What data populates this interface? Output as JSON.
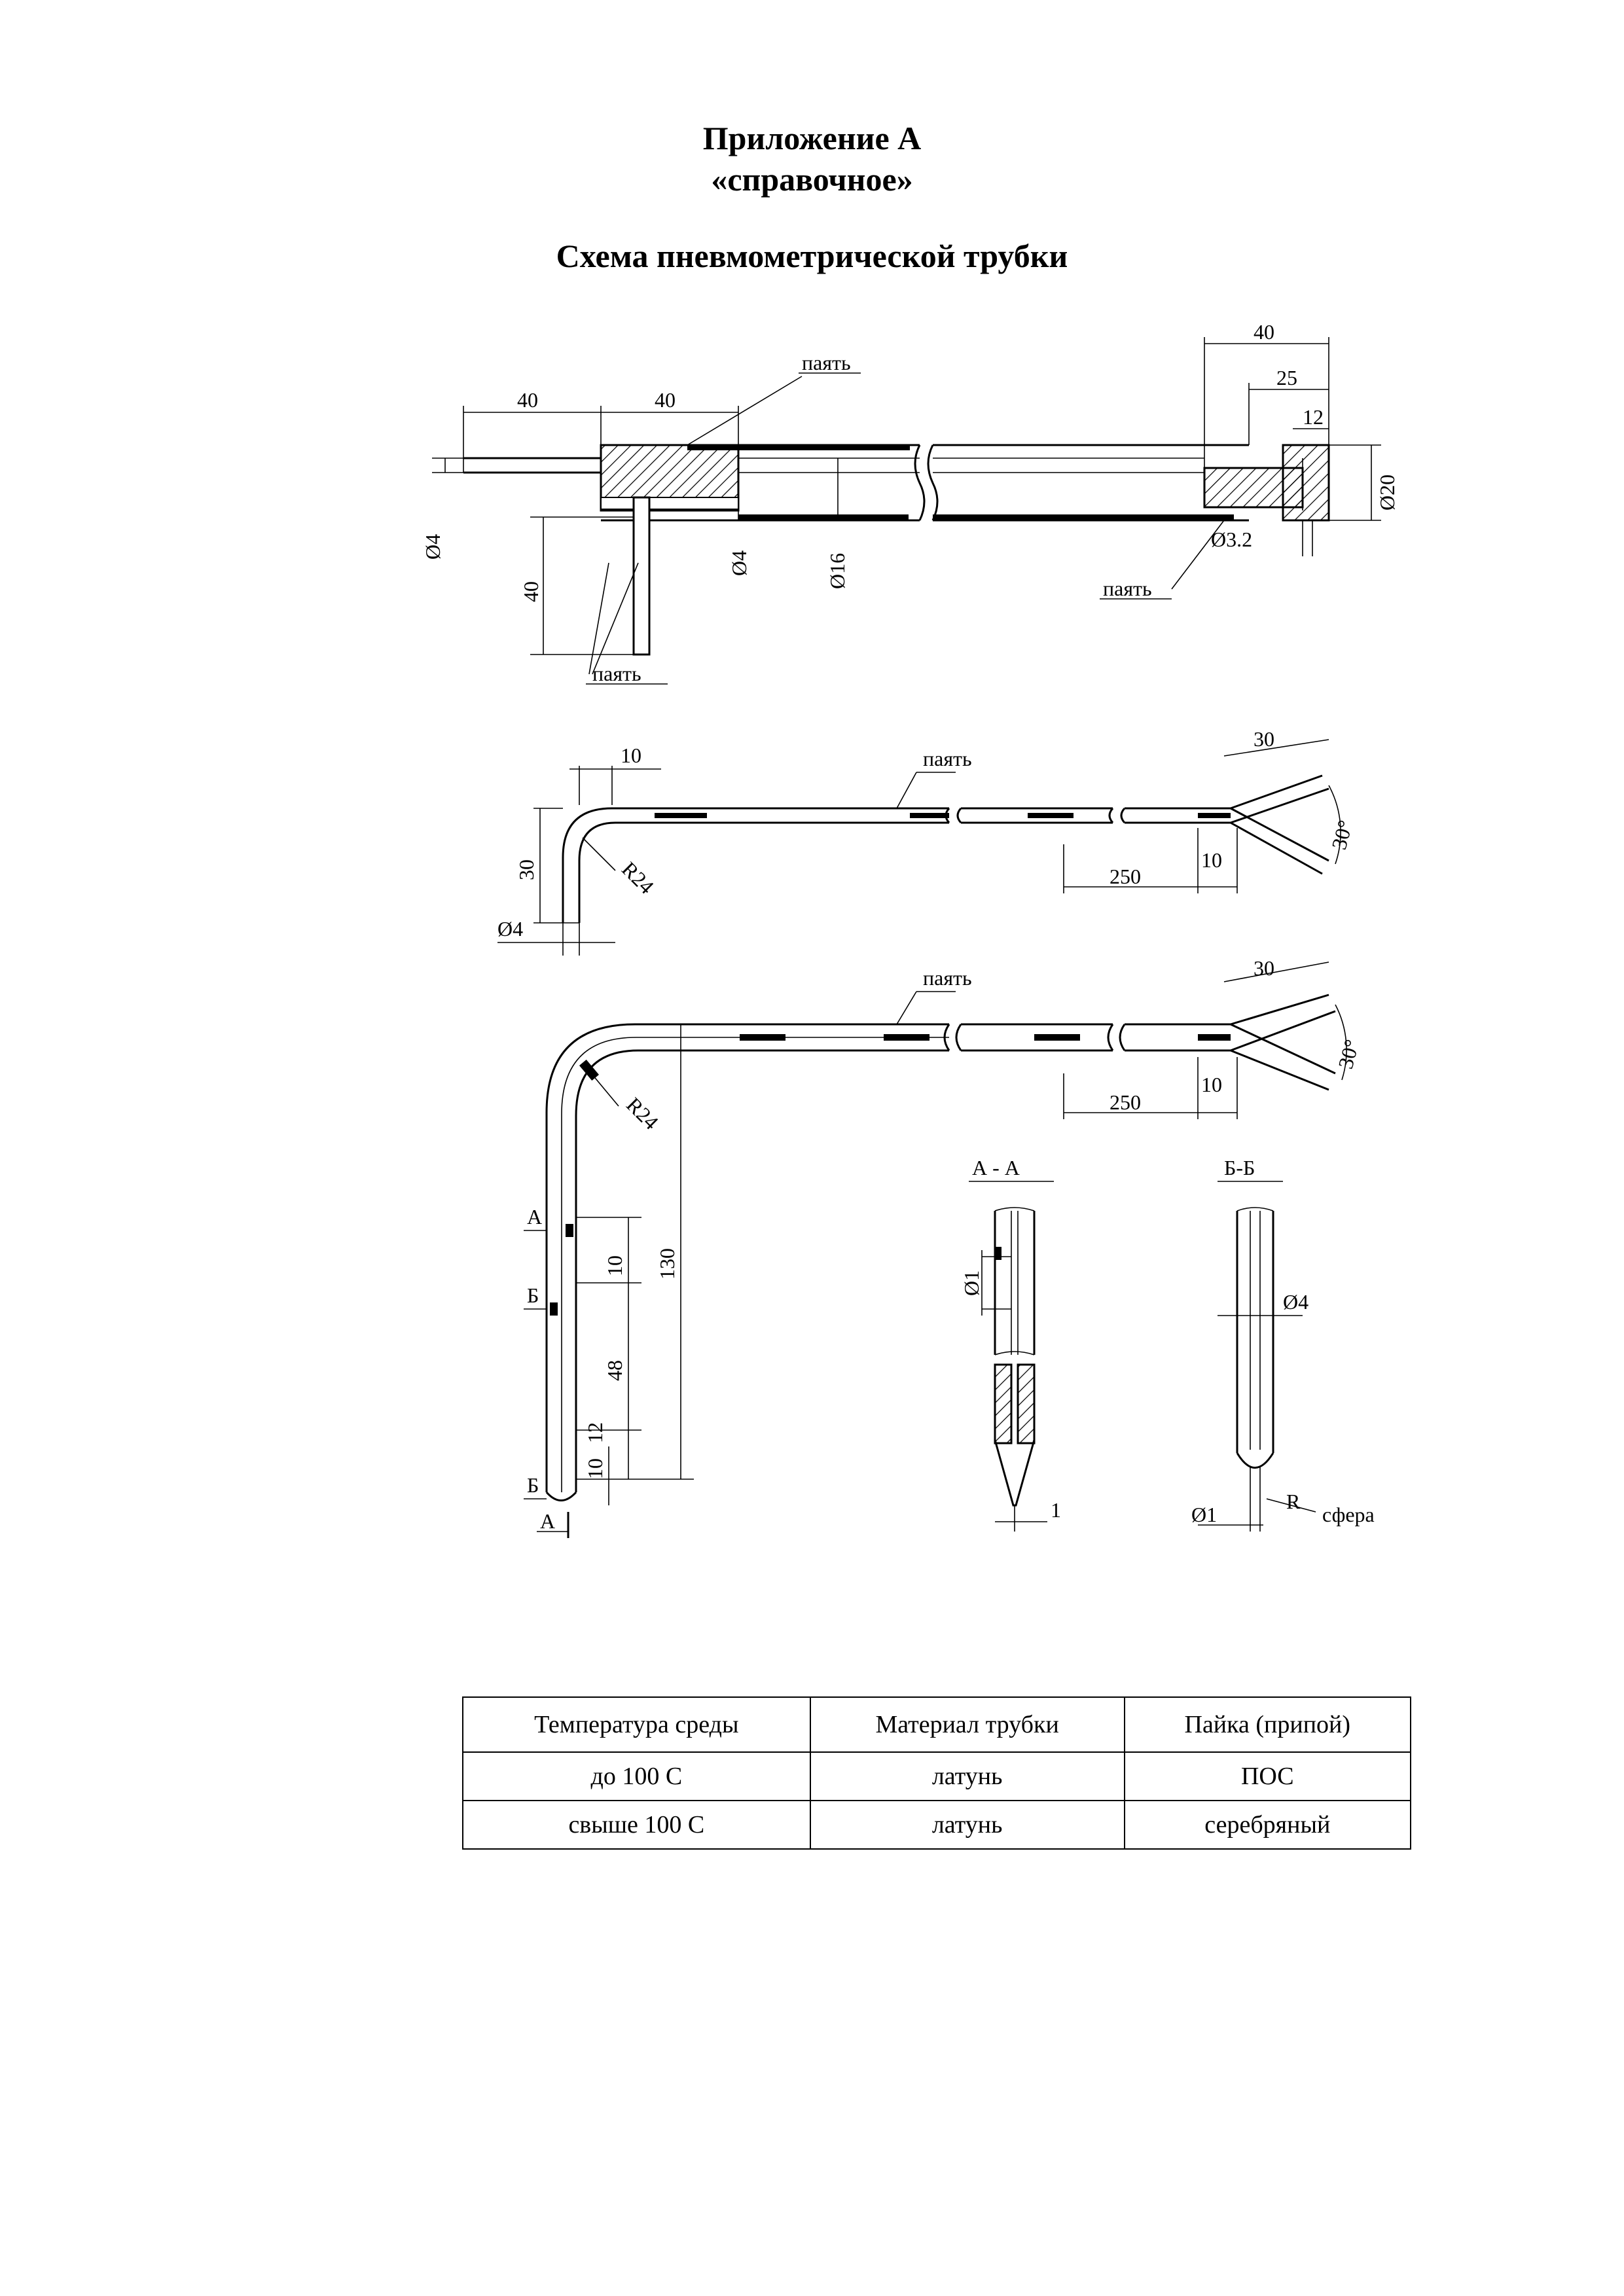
{
  "header": {
    "appendix": "Приложение А",
    "appendix_type": "«справочное»",
    "title": "Схема пневмометрической трубки"
  },
  "drawing": {
    "solder_label": "паять",
    "top_view": {
      "dims": [
        "40",
        "40",
        "40",
        "25",
        "12",
        "Ø4",
        "Ø4",
        "Ø16",
        "Ø20",
        "Ø3.2",
        "40"
      ]
    },
    "middle_view": {
      "dims": [
        "10",
        "30",
        "R24",
        "Ø4",
        "30",
        "30°",
        "250",
        "10"
      ]
    },
    "bottom_view": {
      "dims": [
        "R24",
        "130",
        "10",
        "48",
        "12",
        "10",
        "30",
        "30°",
        "250",
        "10"
      ],
      "markers": [
        "А",
        "Б",
        "Б",
        "А"
      ]
    },
    "section_a": {
      "title": "А - А",
      "dims": [
        "Ø1",
        "1"
      ]
    },
    "section_b": {
      "title": "Б-Б",
      "dims": [
        "Ø4",
        "Ø1",
        "R",
        "сфера"
      ]
    }
  },
  "table": {
    "headers": [
      "Температура среды",
      "Материал трубки",
      "Пайка (припой)"
    ],
    "rows": [
      [
        "до 100  С",
        "латунь",
        "ПОС"
      ],
      [
        "свыше 100  С",
        "латунь",
        "серебряный"
      ]
    ]
  }
}
